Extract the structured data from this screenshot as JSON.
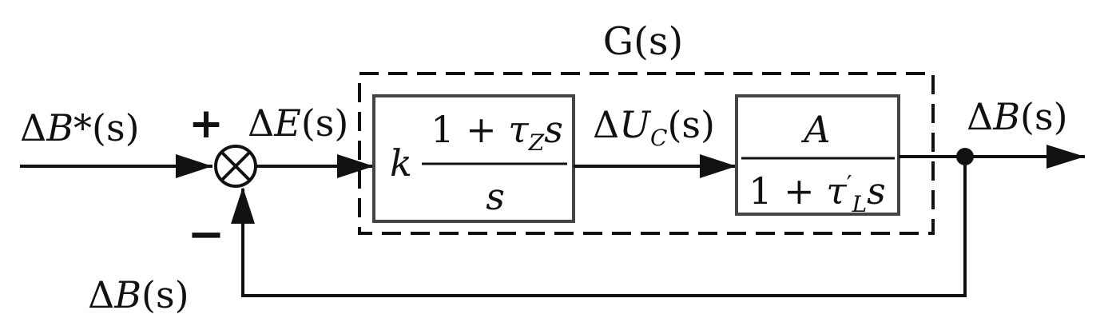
{
  "diagram": {
    "group_label": "G(s)",
    "input": {
      "delta": "Δ",
      "var": "B",
      "suffix": "*(s)"
    },
    "summing": {
      "plus": "+",
      "minus": "−"
    },
    "error": {
      "delta": "Δ",
      "var": "E",
      "suffix": "(s)"
    },
    "controller": {
      "gain": "k",
      "num_prefix": "1 + ",
      "num_tau": "τ",
      "num_sub": "Z",
      "num_var": "s",
      "den": "s"
    },
    "control_signal": {
      "delta": "Δ",
      "var": "U",
      "sub": "C",
      "suffix": "(s)"
    },
    "plant": {
      "num": "A",
      "den_prefix": "1 + ",
      "den_tau": "τ",
      "den_prime": "′",
      "den_sub": "L",
      "den_var": "s"
    },
    "output": {
      "delta": "Δ",
      "var": "B",
      "suffix": "(s)"
    },
    "feedback": {
      "delta": "Δ",
      "var": "B",
      "suffix": "(s)"
    }
  },
  "colors": {
    "line": "#111111",
    "box_border": "#444444"
  }
}
